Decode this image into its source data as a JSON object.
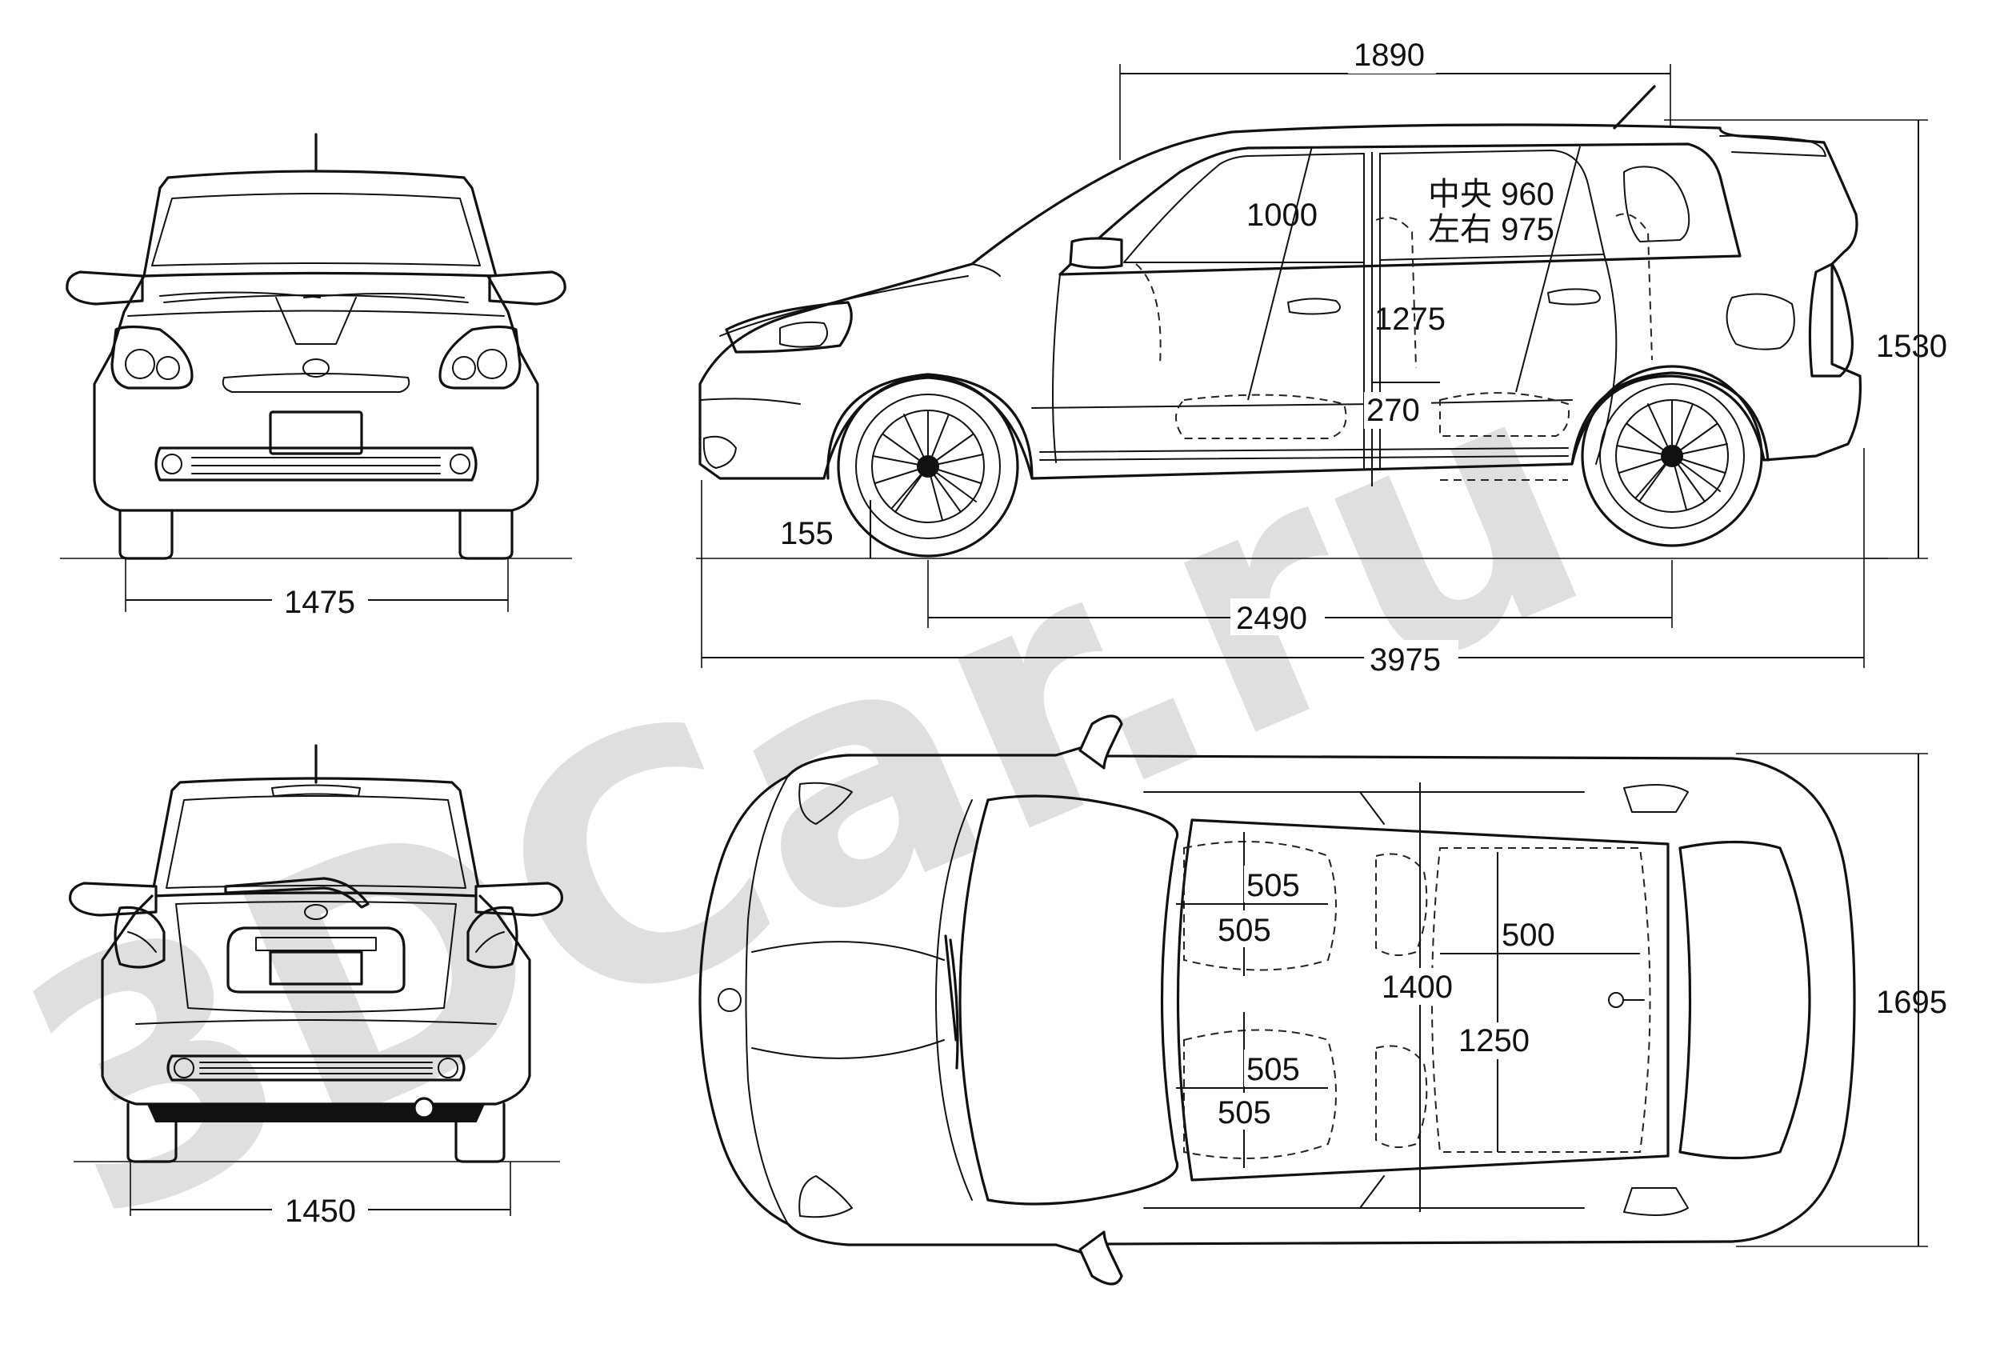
{
  "watermark": "3DCar.ru",
  "dimensions": {
    "front_track": "1475",
    "rear_track": "1450",
    "overall_height": "1530",
    "overall_width": "1695",
    "overall_length": "3975",
    "wheelbase": "2490",
    "ground_clearance": "155",
    "roof_length": "1890",
    "front_headroom": "1000",
    "rear_headroom_center": "中央 960",
    "rear_headroom_sides": "左右 975",
    "interior_height": "1275",
    "door_step": "270",
    "front_seat_width_top": "505",
    "front_seat_depth_top": "505",
    "front_seat_width_bottom": "505",
    "front_seat_depth_bottom": "505",
    "interior_width": "1400",
    "rear_seat_width": "1250",
    "rear_leg_room": "500"
  }
}
